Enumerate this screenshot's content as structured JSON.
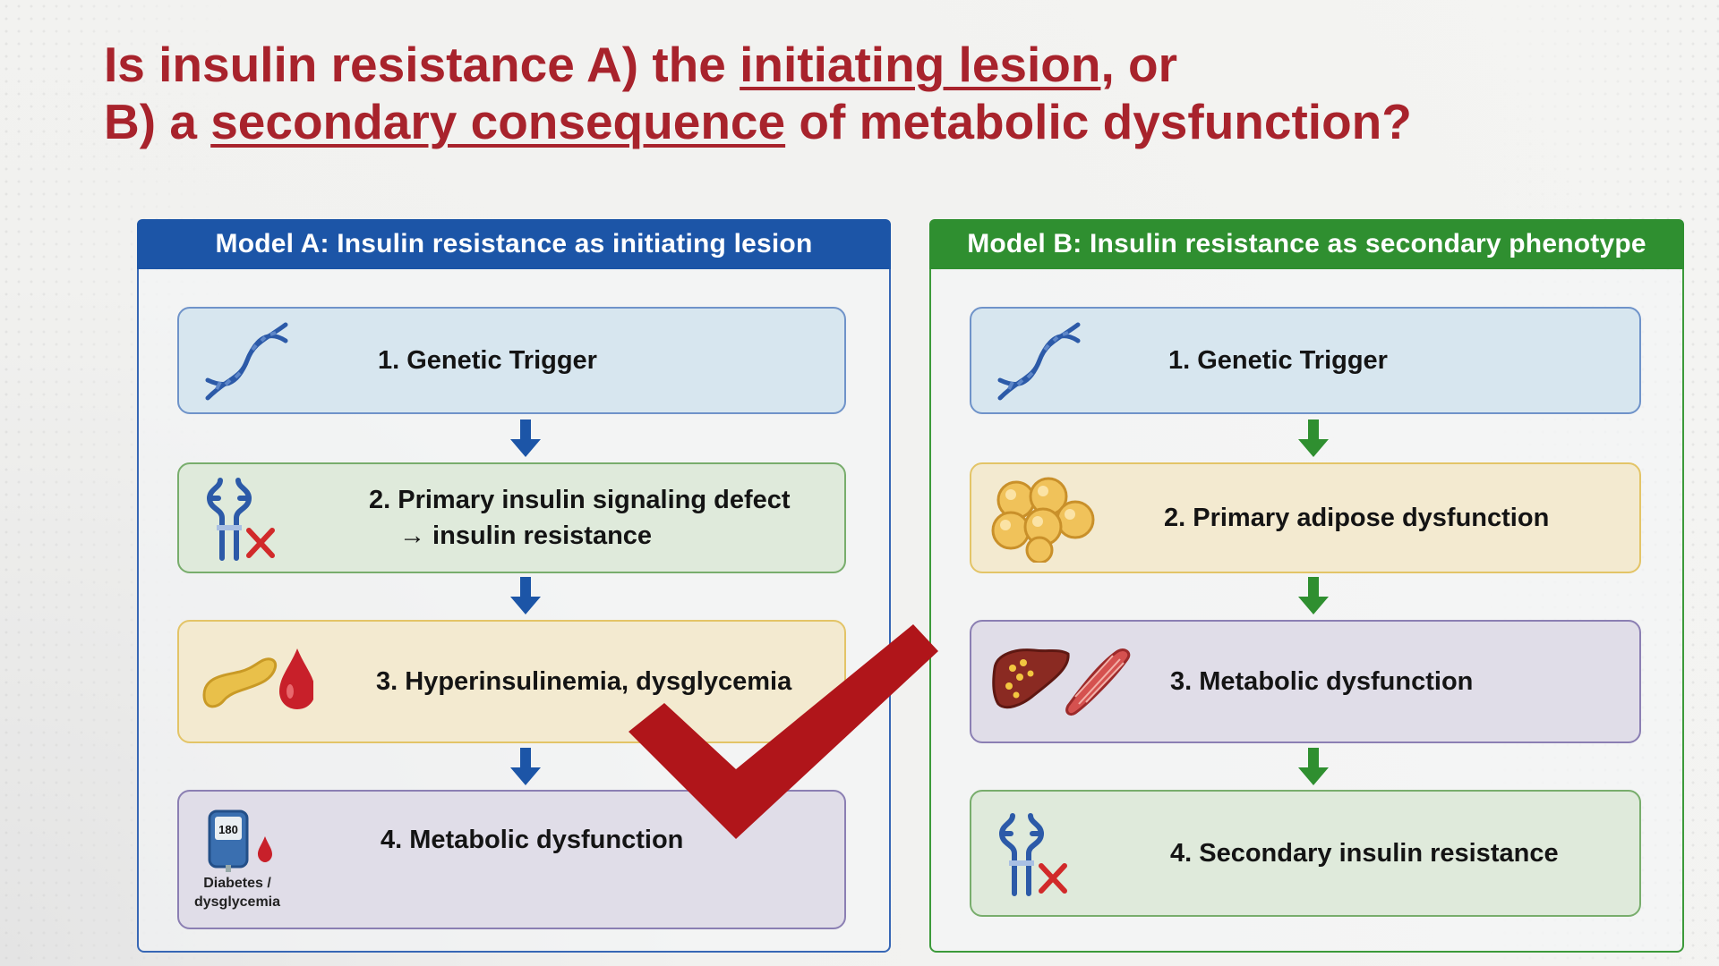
{
  "title": {
    "line1_before": "Is insulin resistance A) the ",
    "line1_emph": "initiating lesion",
    "line1_after": ", or",
    "line2_before": "B) a ",
    "line2_emph": "secondary consequence",
    "line2_after": " of metabolic dysfunction?"
  },
  "model_a": {
    "header": "Model A: Insulin resistance as initiating lesion",
    "steps": [
      {
        "label": "1. Genetic Trigger",
        "icon": "dna-icon"
      },
      {
        "label": "2. Primary insulin signaling defect",
        "label_line2": "→ insulin resistance",
        "icon": "insulin-receptor-blocked-icon"
      },
      {
        "label": "3. Hyperinsulinemia, dysglycemia",
        "icon": "pancreas-blood-drop-icon"
      },
      {
        "label": "4. Metabolic dysfunction",
        "icon": "glucose-meter-icon",
        "meter_reading": "180",
        "icon_caption_line1": "Diabetes /",
        "icon_caption_line2": "dysglycemia"
      }
    ]
  },
  "model_b": {
    "header": "Model B: Insulin resistance as secondary phenotype",
    "steps": [
      {
        "label": "1. Genetic Trigger",
        "icon": "dna-icon"
      },
      {
        "label": "2. Primary adipose dysfunction",
        "icon": "adipocytes-icon"
      },
      {
        "label": "3. Metabolic dysfunction",
        "icon": "liver-muscle-icon"
      },
      {
        "label": "4. Secondary insulin resistance",
        "icon": "insulin-receptor-blocked-icon"
      }
    ]
  },
  "colors": {
    "title": "#a8232c",
    "model_a_accent": "#1c55a7",
    "model_b_accent": "#2f8f30",
    "checkmark": "#b0151a"
  },
  "annotation": {
    "icon": "checkmark-icon"
  }
}
